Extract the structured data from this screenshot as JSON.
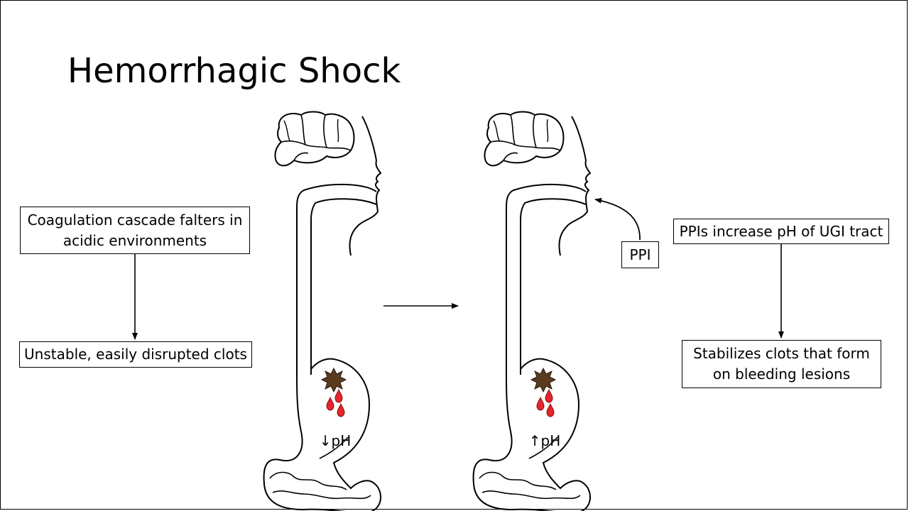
{
  "slide": {
    "title": "Hemorrhagic Shock"
  },
  "left_flow": {
    "box1": "Coagulation cascade falters in acidic environments",
    "box2": "Unstable, easily disrupted clots"
  },
  "right_flow": {
    "box1": "PPIs increase pH of UGI tract",
    "box2": "Stabilizes clots that form on bleeding lesions"
  },
  "figures": {
    "left_ph": "↓pH",
    "right_ph": "↑pH",
    "ppi_label": "PPI"
  },
  "colors": {
    "blood": "#e3262b",
    "lesion": "#5a3b1e",
    "line": "#000000"
  }
}
